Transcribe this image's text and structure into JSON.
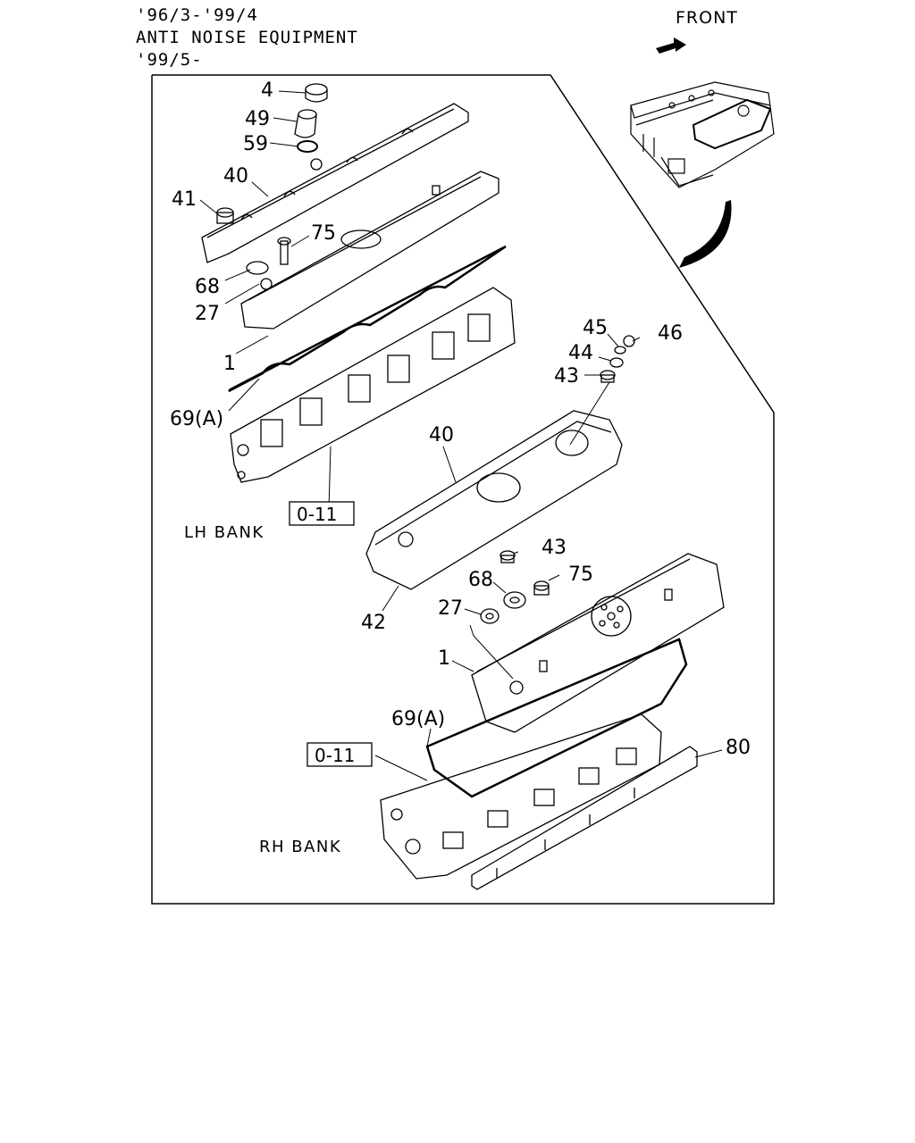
{
  "header": {
    "line1": "'96/3-'99/4",
    "line2": "ANTI NOISE EQUIPMENT",
    "line3": "'99/5-"
  },
  "front_label": "FRONT",
  "banks": {
    "lh": "LH BANK",
    "rh": "RH BANK"
  },
  "refs": {
    "lh": "0-11",
    "rh": "0-11"
  },
  "callouts": {
    "c4": "4",
    "c49": "49",
    "c59": "59",
    "c40_top": "40",
    "c41": "41",
    "c75_top": "75",
    "c68_top": "68",
    "c27_top": "27",
    "c1_top": "1",
    "c69a_top": "69(A)",
    "c45": "45",
    "c46": "46",
    "c44": "44",
    "c43_top": "43",
    "c40_mid": "40",
    "c43_mid": "43",
    "c68_mid": "68",
    "c75_mid": "75",
    "c27_mid": "27",
    "c42": "42",
    "c1_mid": "1",
    "c69a_mid": "69(A)",
    "c80": "80"
  }
}
